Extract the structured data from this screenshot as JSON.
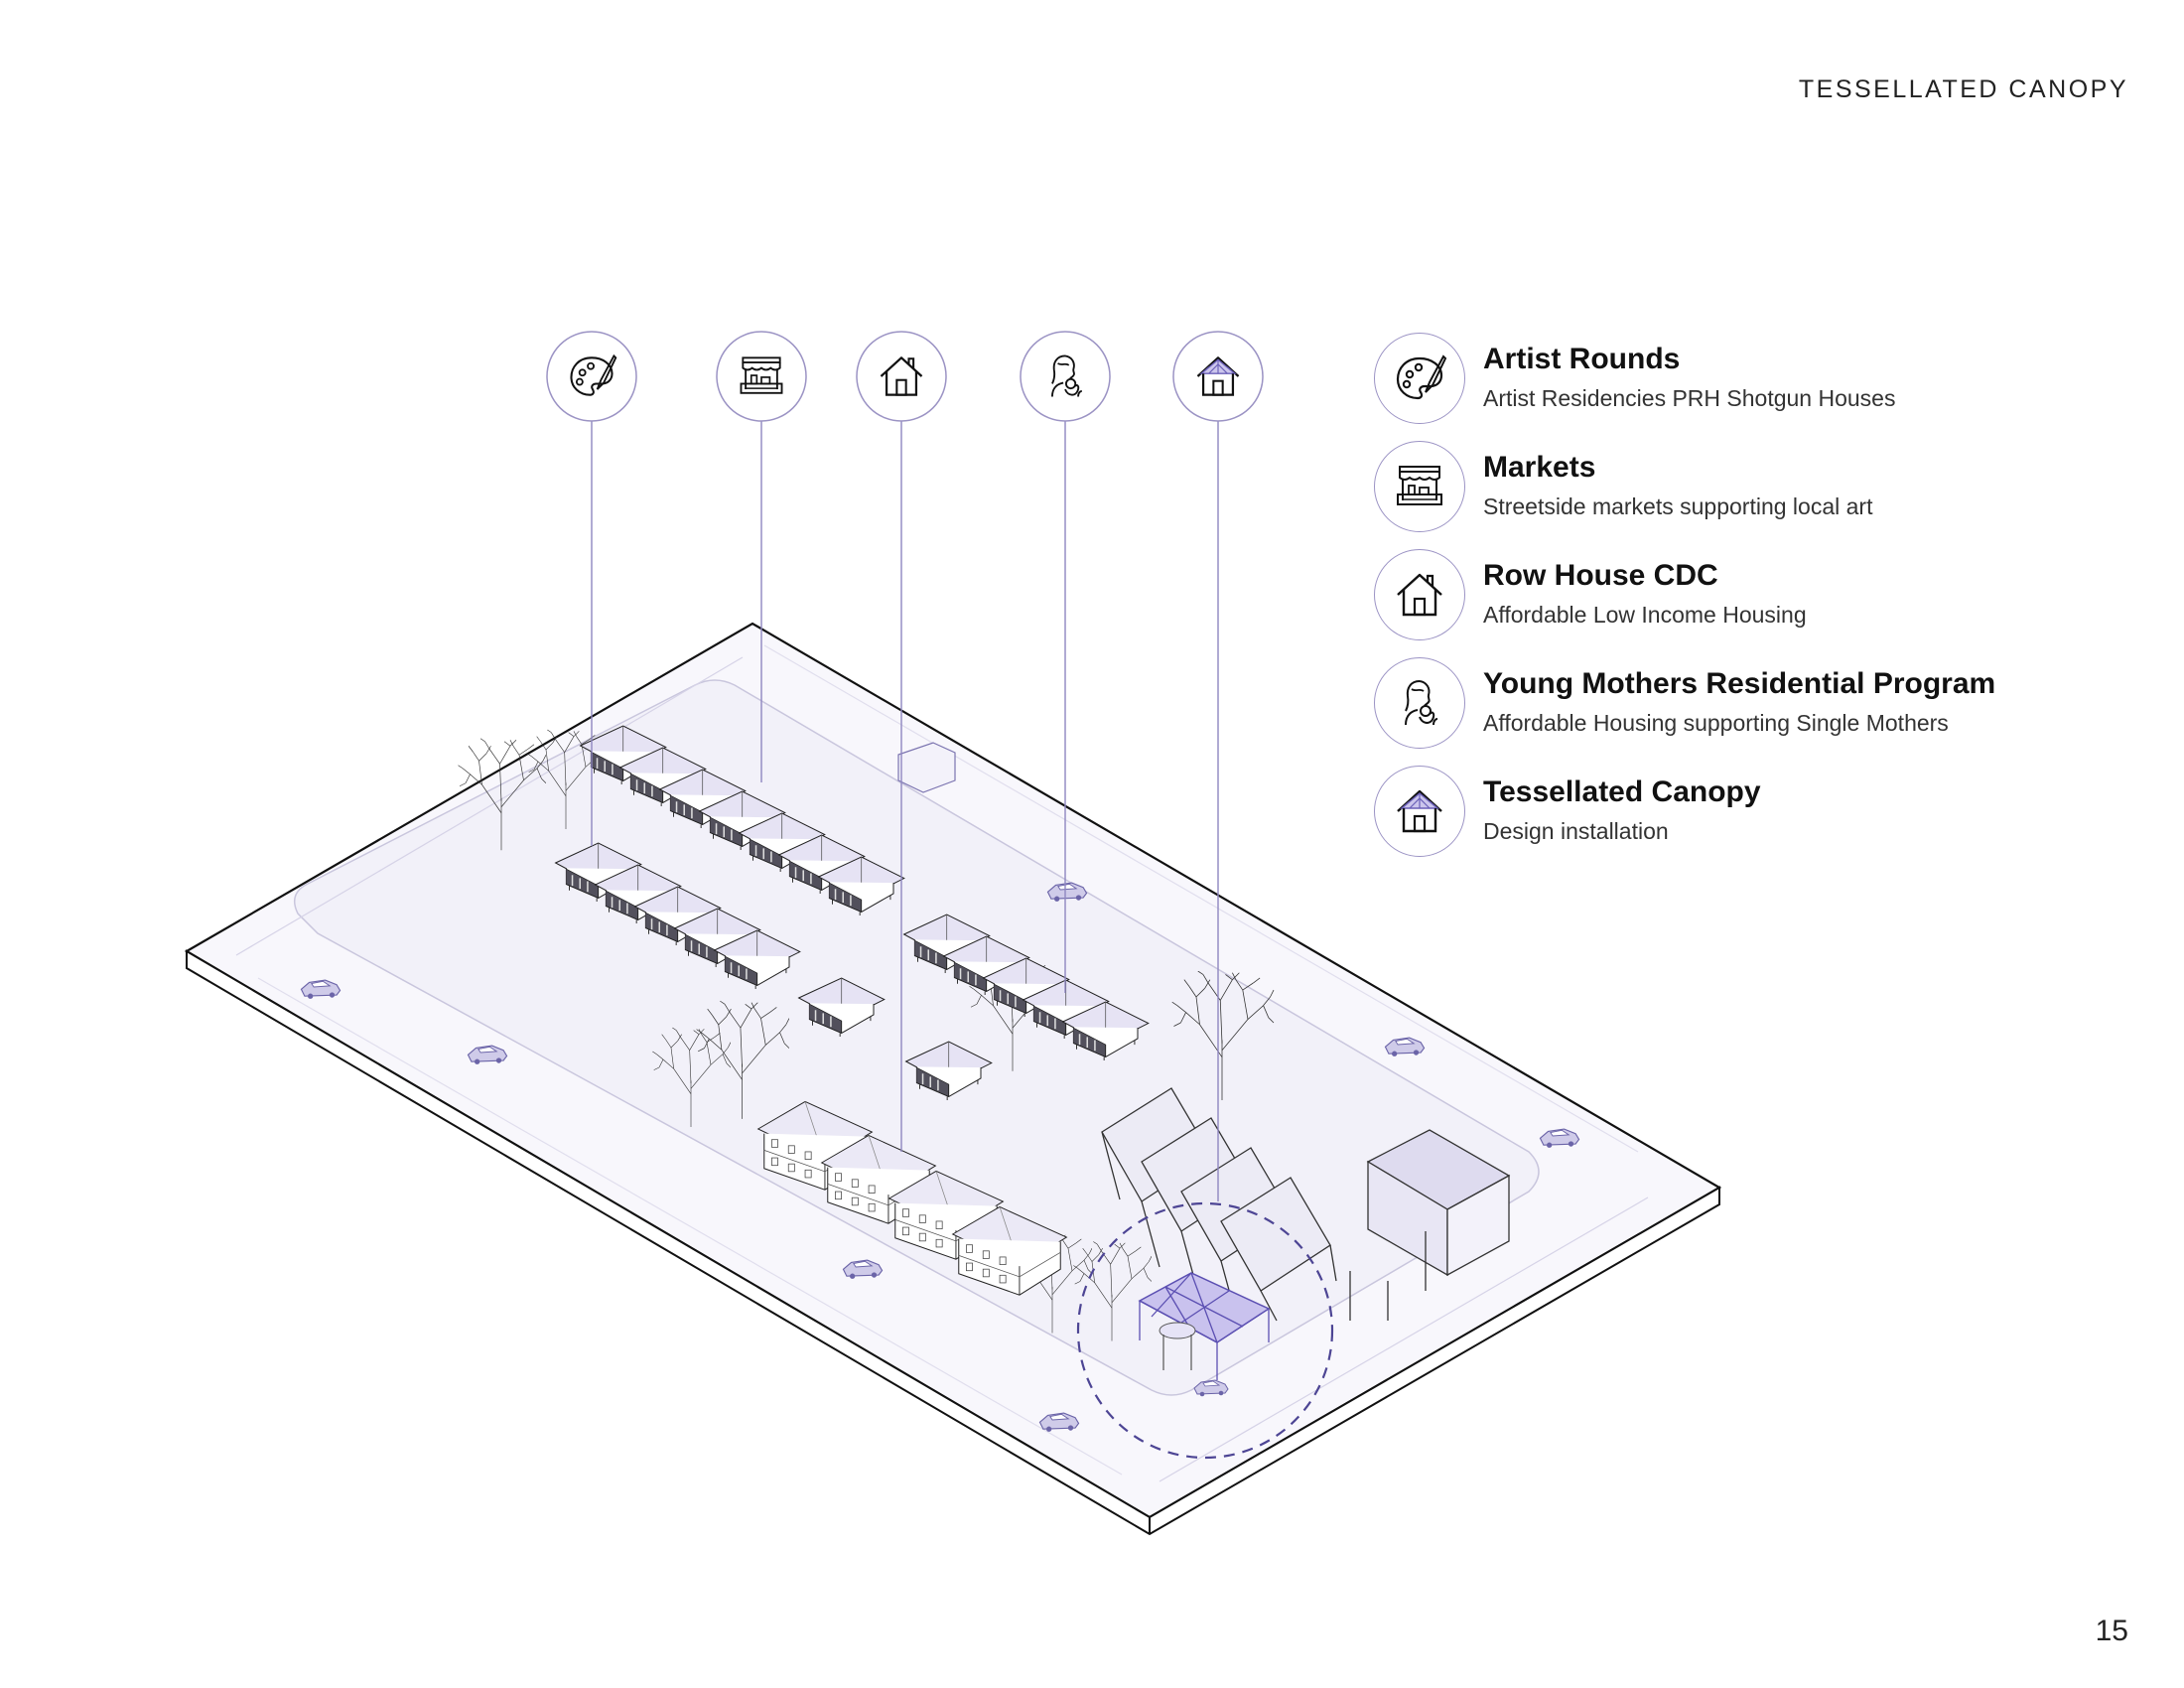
{
  "header": {
    "title": "TESSELLATED CANOPY"
  },
  "page_number": "15",
  "colors": {
    "accent": "#7b6fc4",
    "site_fill": "#f4f3fa",
    "line": "#222222",
    "leader": "#8f87c0"
  },
  "legend": [
    {
      "icon": "palette-icon",
      "title": "Artist Rounds",
      "description": "Artist Residencies PRH Shotgun Houses"
    },
    {
      "icon": "market-stall-icon",
      "title": "Markets",
      "description": "Streetside markets supporting local art"
    },
    {
      "icon": "house-icon",
      "title": "Row House CDC",
      "description": "Affordable Low Income Housing"
    },
    {
      "icon": "mother-child-icon",
      "title": "Young Mothers Residential Program",
      "description": "Affordable Housing supporting Single Mothers"
    },
    {
      "icon": "canopy-house-icon",
      "title": "Tessellated Canopy",
      "description": "Design installation"
    }
  ]
}
